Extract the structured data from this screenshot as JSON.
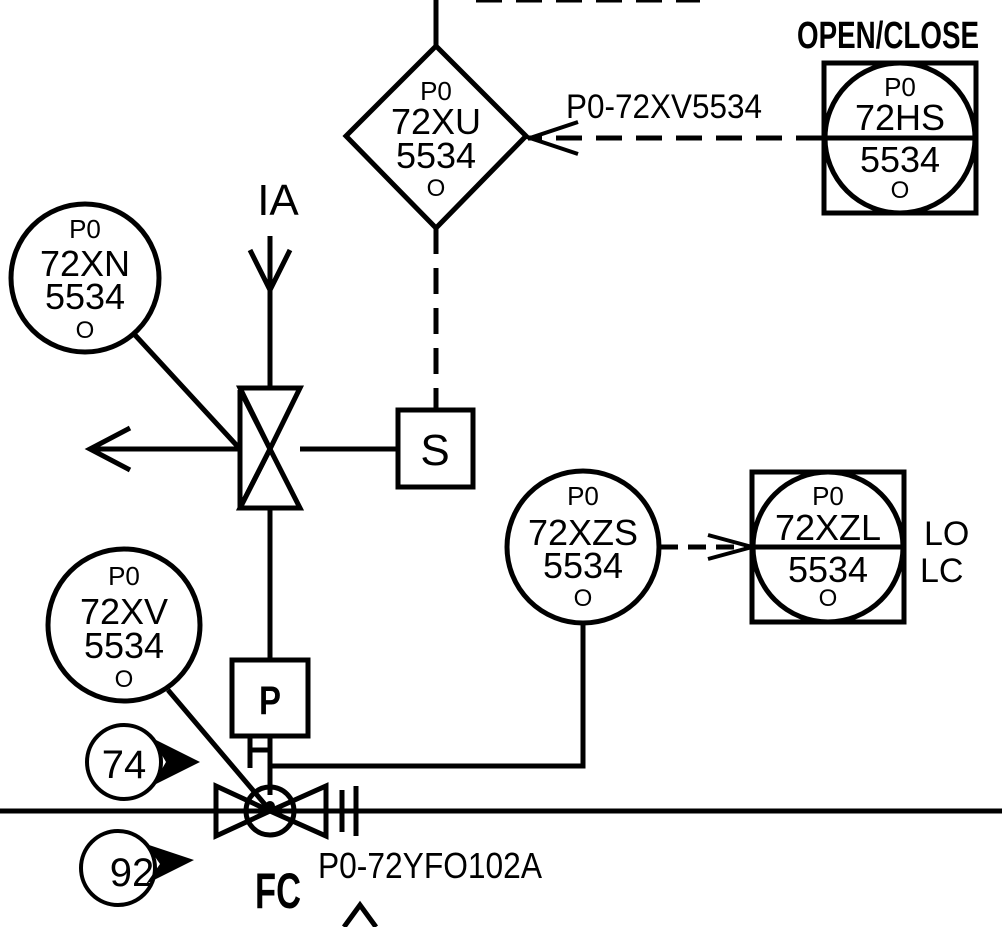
{
  "colors": {
    "line": "#000000",
    "background": "#ffffff"
  },
  "top_label": "OPEN/CLOSE",
  "signal_label": "P0-72XV5534",
  "air_supply": "IA",
  "line_label": "P0-72YFO102A",
  "fail_position": "FC",
  "solenoid": "S",
  "positioner": "P",
  "limit_states": {
    "open": "LO",
    "closed": "LC"
  },
  "refs": {
    "upper": "74",
    "lower": "92"
  },
  "instruments": {
    "xu": {
      "prefix": "P0",
      "tag": "72XU",
      "loop": "5534",
      "suffix": "O"
    },
    "hs": {
      "prefix": "P0",
      "tag": "72HS",
      "loop": "5534",
      "suffix": "O"
    },
    "xn": {
      "prefix": "P0",
      "tag": "72XN",
      "loop": "5534",
      "suffix": "O"
    },
    "xv": {
      "prefix": "P0",
      "tag": "72XV",
      "loop": "5534",
      "suffix": "O"
    },
    "xzs": {
      "prefix": "P0",
      "tag": "72XZS",
      "loop": "5534",
      "suffix": "O"
    },
    "xzl": {
      "prefix": "P0",
      "tag": "72XZL",
      "loop": "5534",
      "suffix": "O"
    }
  }
}
